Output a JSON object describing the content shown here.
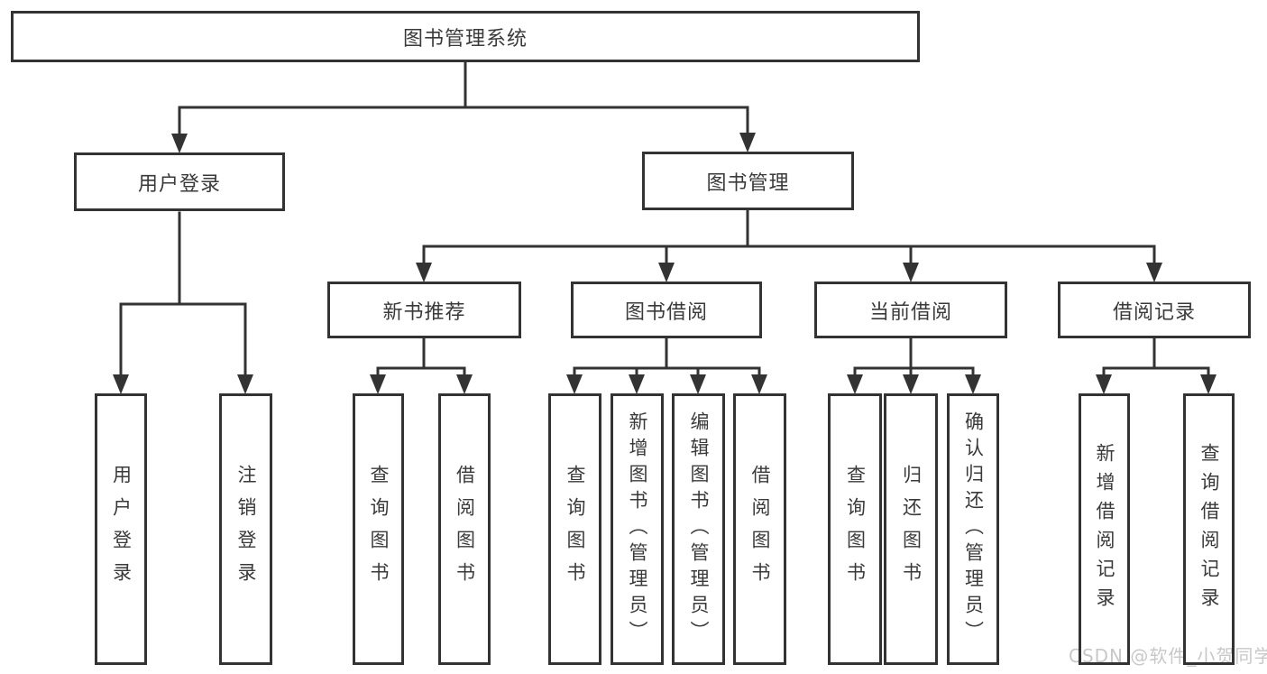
{
  "tree": {
    "label": "图书管理系统",
    "children": [
      {
        "label": "用户登录",
        "children": [
          {
            "label": "用户登录"
          },
          {
            "label": "注销登录"
          }
        ]
      },
      {
        "label": "图书管理",
        "children": [
          {
            "label": "新书推荐",
            "children": [
              {
                "label": "查询图书"
              },
              {
                "label": "借阅图书"
              }
            ]
          },
          {
            "label": "图书借阅",
            "children": [
              {
                "label": "查询图书"
              },
              {
                "label": "新增图书（管理员）"
              },
              {
                "label": "编辑图书（管理员）"
              },
              {
                "label": "借阅图书"
              }
            ]
          },
          {
            "label": "当前借阅",
            "children": [
              {
                "label": "查询图书"
              },
              {
                "label": "归还图书"
              },
              {
                "label": "确认归还（管理员）"
              }
            ]
          },
          {
            "label": "借阅记录",
            "children": [
              {
                "label": "新增借阅记录"
              },
              {
                "label": "查询借阅记录"
              }
            ]
          }
        ]
      }
    ]
  },
  "watermark": {
    "text": "CSDN @软件_小贺同学"
  },
  "colors": {
    "line": "#333333",
    "box_border": "#333333",
    "box_background": "#ffffff",
    "text": "#3a3a3a",
    "watermark": "#c8c8c8"
  }
}
